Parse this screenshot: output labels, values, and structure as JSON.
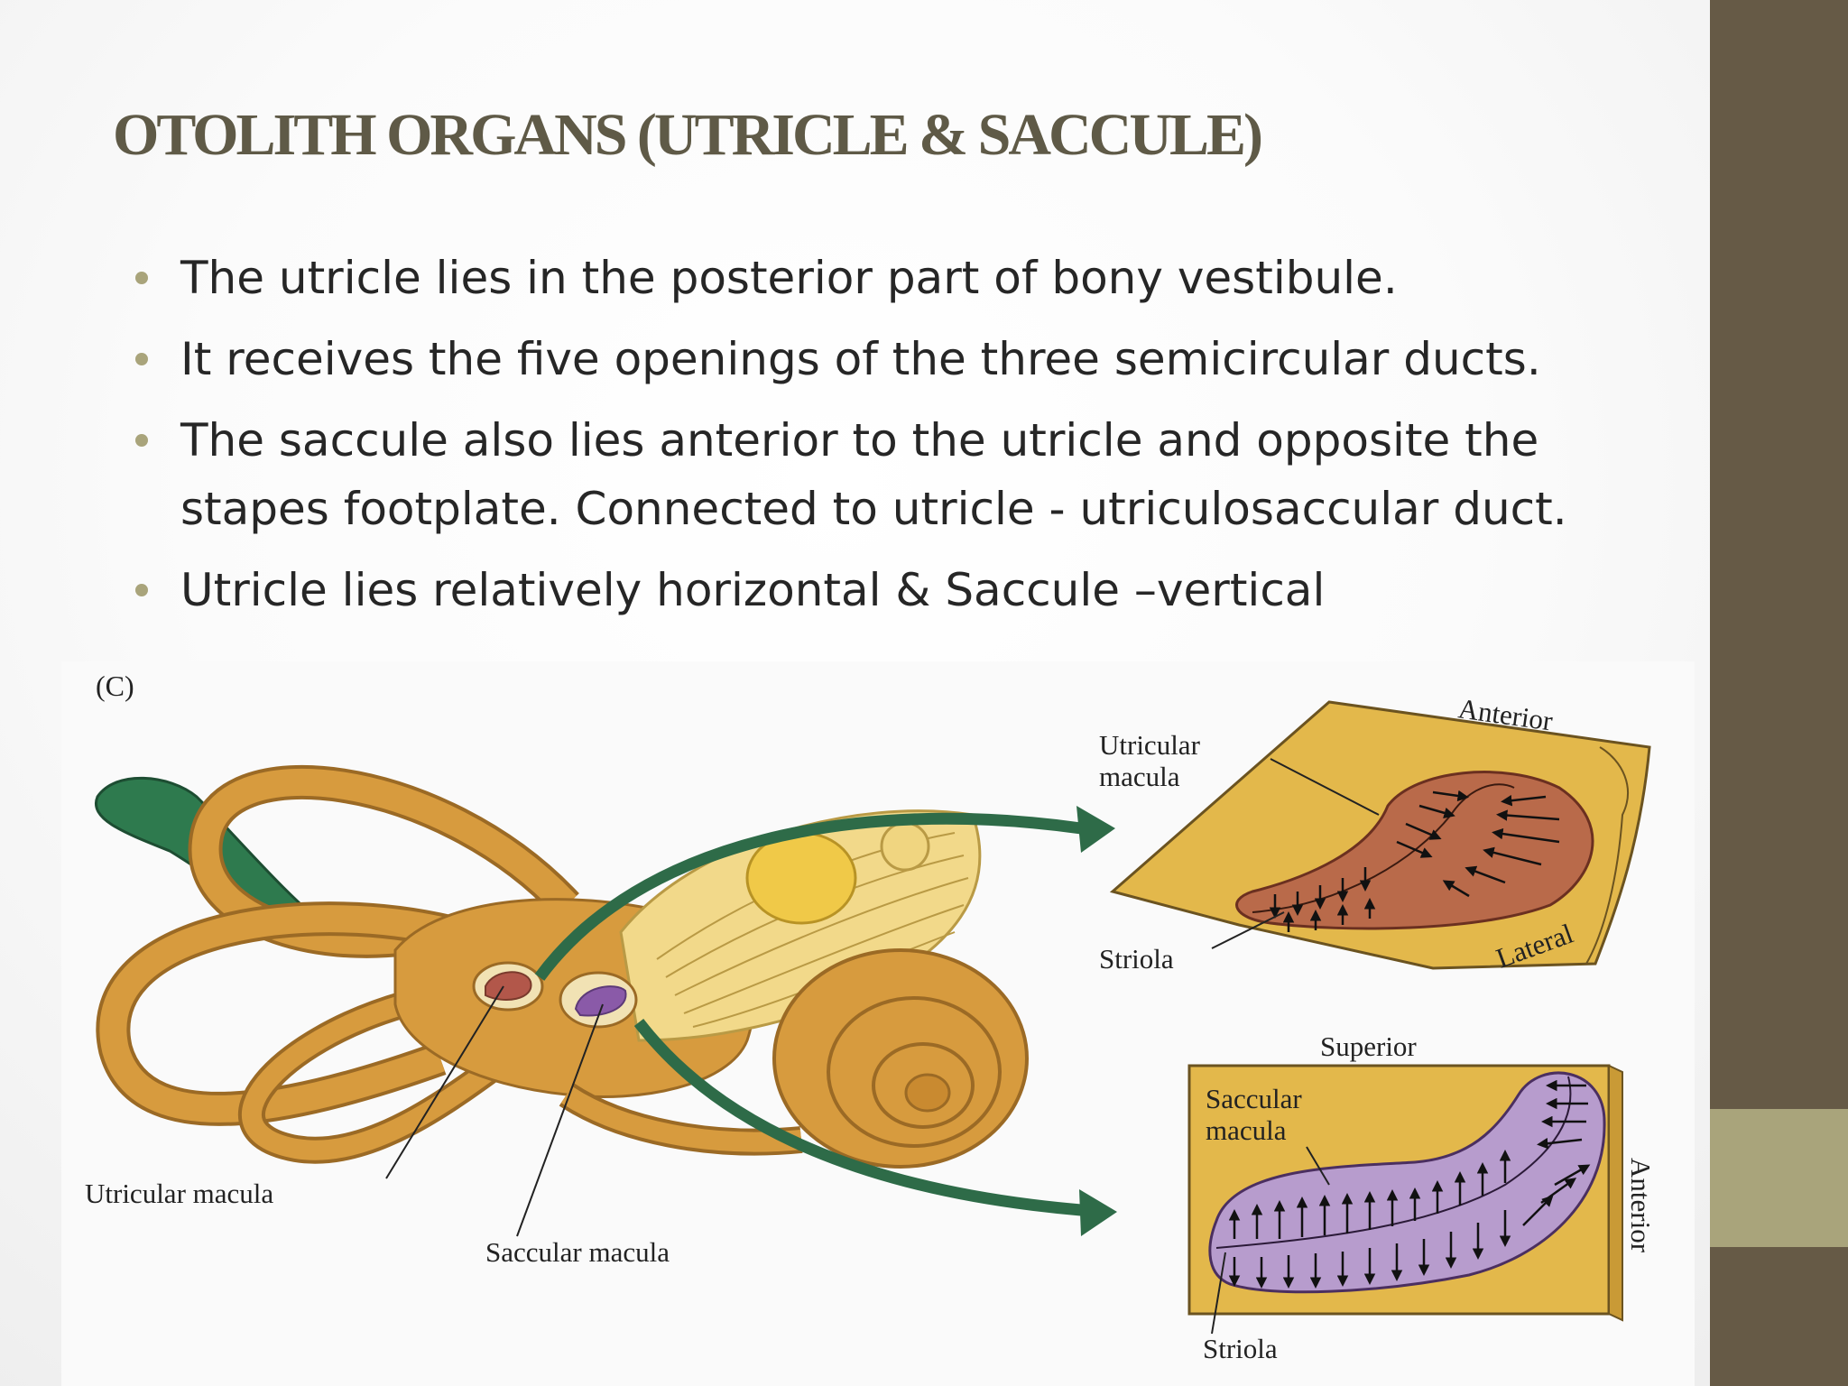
{
  "slide": {
    "title": "OTOLITH ORGANS (UTRICLE & SACCULE)",
    "bullets": [
      "The utricle lies in the posterior part of bony vestibule.",
      " It receives the five openings of the three semicircular ducts.",
      "The saccule also lies anterior to the utricle and opposite the stapes footplate. Connected to utricle - utriculosaccular duct.",
      "Utricle lies relatively horizontal & Saccule –vertical"
    ]
  },
  "figure": {
    "panel_label": "(C)",
    "labels": {
      "utricular_macula": "Utricular macula",
      "saccular_macula": "Saccular macula",
      "utricular_top": "Utricular",
      "utricular_bottom": "macula",
      "utricle_striola": "Striola",
      "utricle_anterior": "Anterior",
      "utricle_lateral": "Lateral",
      "saccule_superior": "Superior",
      "saccular_top": "Saccular",
      "saccular_bottom": "macula",
      "saccule_anterior": "Anterior",
      "saccule_striola": "Striola"
    }
  },
  "colors": {
    "side_bar": "#665a46",
    "side_accent": "#a9a47b",
    "title": "#5f5a47",
    "labyrinth": "#d79b3e",
    "arrow_green": "#2e6b48",
    "utricle_macula": "#b96a4a",
    "saccule_macula": "#b79ccd",
    "panel_gold": "#e3b84b"
  }
}
